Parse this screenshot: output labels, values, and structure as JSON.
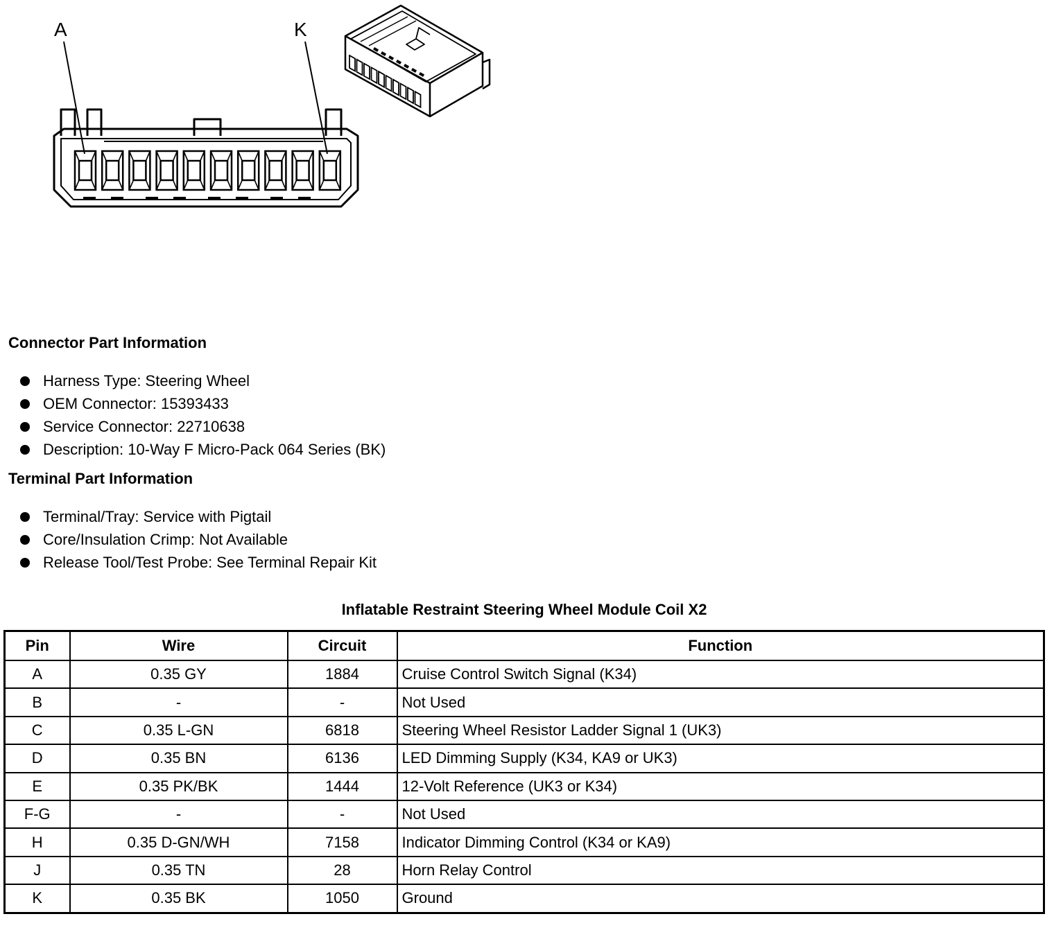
{
  "figure": {
    "label_a": "A",
    "label_k": "K"
  },
  "connector_part_info": {
    "heading": "Connector Part Information",
    "items": [
      "Harness Type: Steering Wheel",
      "OEM Connector: 15393433",
      "Service Connector: 22710638",
      "Description: 10-Way F Micro-Pack 064 Series (BK)"
    ]
  },
  "terminal_part_info": {
    "heading": "Terminal Part Information",
    "items": [
      "Terminal/Tray: Service with Pigtail",
      "Core/Insulation Crimp: Not Available",
      "Release Tool/Test Probe: See Terminal Repair Kit"
    ]
  },
  "pin_table": {
    "title": "Inflatable Restraint Steering Wheel Module Coil X2",
    "headers": [
      "Pin",
      "Wire",
      "Circuit",
      "Function"
    ],
    "rows": [
      [
        "A",
        "0.35 GY",
        "1884",
        "Cruise Control Switch Signal (K34)"
      ],
      [
        "B",
        "-",
        "-",
        "Not Used"
      ],
      [
        "C",
        "0.35 L-GN",
        "6818",
        "Steering Wheel Resistor Ladder Signal 1 (UK3)"
      ],
      [
        "D",
        "0.35 BN",
        "6136",
        "LED Dimming Supply (K34, KA9 or UK3)"
      ],
      [
        "E",
        "0.35 PK/BK",
        "1444",
        "12-Volt Reference (UK3 or K34)"
      ],
      [
        "F-G",
        "-",
        "-",
        "Not Used"
      ],
      [
        "H",
        "0.35 D-GN/WH",
        "7158",
        "Indicator Dimming Control (K34 or KA9)"
      ],
      [
        "J",
        "0.35 TN",
        "28",
        "Horn Relay Control"
      ],
      [
        "K",
        "0.35 BK",
        "1050",
        "Ground"
      ]
    ]
  }
}
